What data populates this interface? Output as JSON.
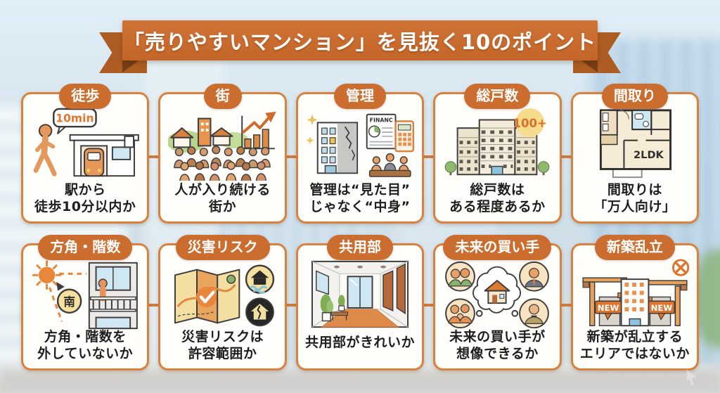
{
  "banner": {
    "title": "「売りやすいマンション」を見抜く10のポイント"
  },
  "colors": {
    "ribbon": "#c96d31",
    "ribbon_tail": "#ad5c24",
    "ribbon_fold": "#7a3d14",
    "badge": "#cb6d2f",
    "card_border": "#d9823f",
    "connector": "#cf7a3e",
    "caption_text": "#1e1e1e",
    "background_sky": "#cfe0ea",
    "illustration_orange": "#e0873f"
  },
  "cards": [
    {
      "badge": "徒歩",
      "caption_line1": "駅から",
      "caption_line2": "徒歩10分以内か",
      "labels": {
        "bubble": "10min"
      }
    },
    {
      "badge": "街",
      "caption_line1": "人が入り続ける",
      "caption_line2": "街か"
    },
    {
      "badge": "管理",
      "caption_line1": "管理は“見た目”",
      "caption_line2": "じゃなく“中身”",
      "labels": {
        "doc": "FINANC"
      }
    },
    {
      "badge": "総戸数",
      "caption_line1": "総戸数は",
      "caption_line2": "ある程度あるか",
      "labels": {
        "count": "100+"
      }
    },
    {
      "badge": "間取り",
      "caption_line1": "間取りは",
      "caption_line2": "「万人向け」",
      "labels": {
        "plan": "2LDK"
      }
    },
    {
      "badge": "方角・階数",
      "caption_line1": "方角・階数を",
      "caption_line2": "外していないか",
      "labels": {
        "direction": "南"
      }
    },
    {
      "badge": "災害リスク",
      "caption_line1": "災害リスクは",
      "caption_line2": "許容範囲か"
    },
    {
      "badge": "共用部",
      "caption_line1": "共用部がきれいか",
      "caption_line2": ""
    },
    {
      "badge": "未来の買い手",
      "caption_line1": "未来の買い手が",
      "caption_line2": "想像できるか"
    },
    {
      "badge": "新築乱立",
      "caption_line1": "新築が乱立する",
      "caption_line2": "エリアではないか",
      "labels": {
        "new_left": "NEW",
        "new_right": "NEW"
      }
    }
  ]
}
